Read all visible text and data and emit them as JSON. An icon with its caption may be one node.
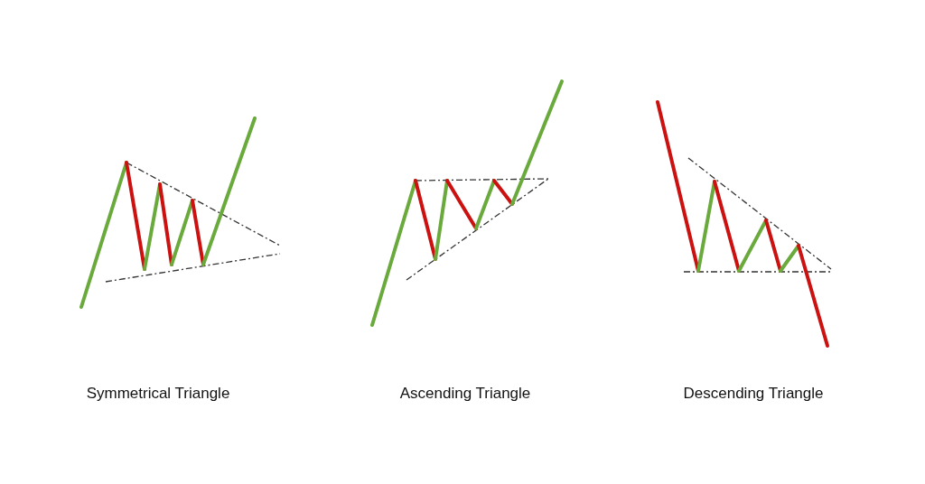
{
  "diagram": {
    "labels": [
      "Symmetrical Triangle",
      "Ascending Triangle",
      "Descending Triangle"
    ]
  }
}
